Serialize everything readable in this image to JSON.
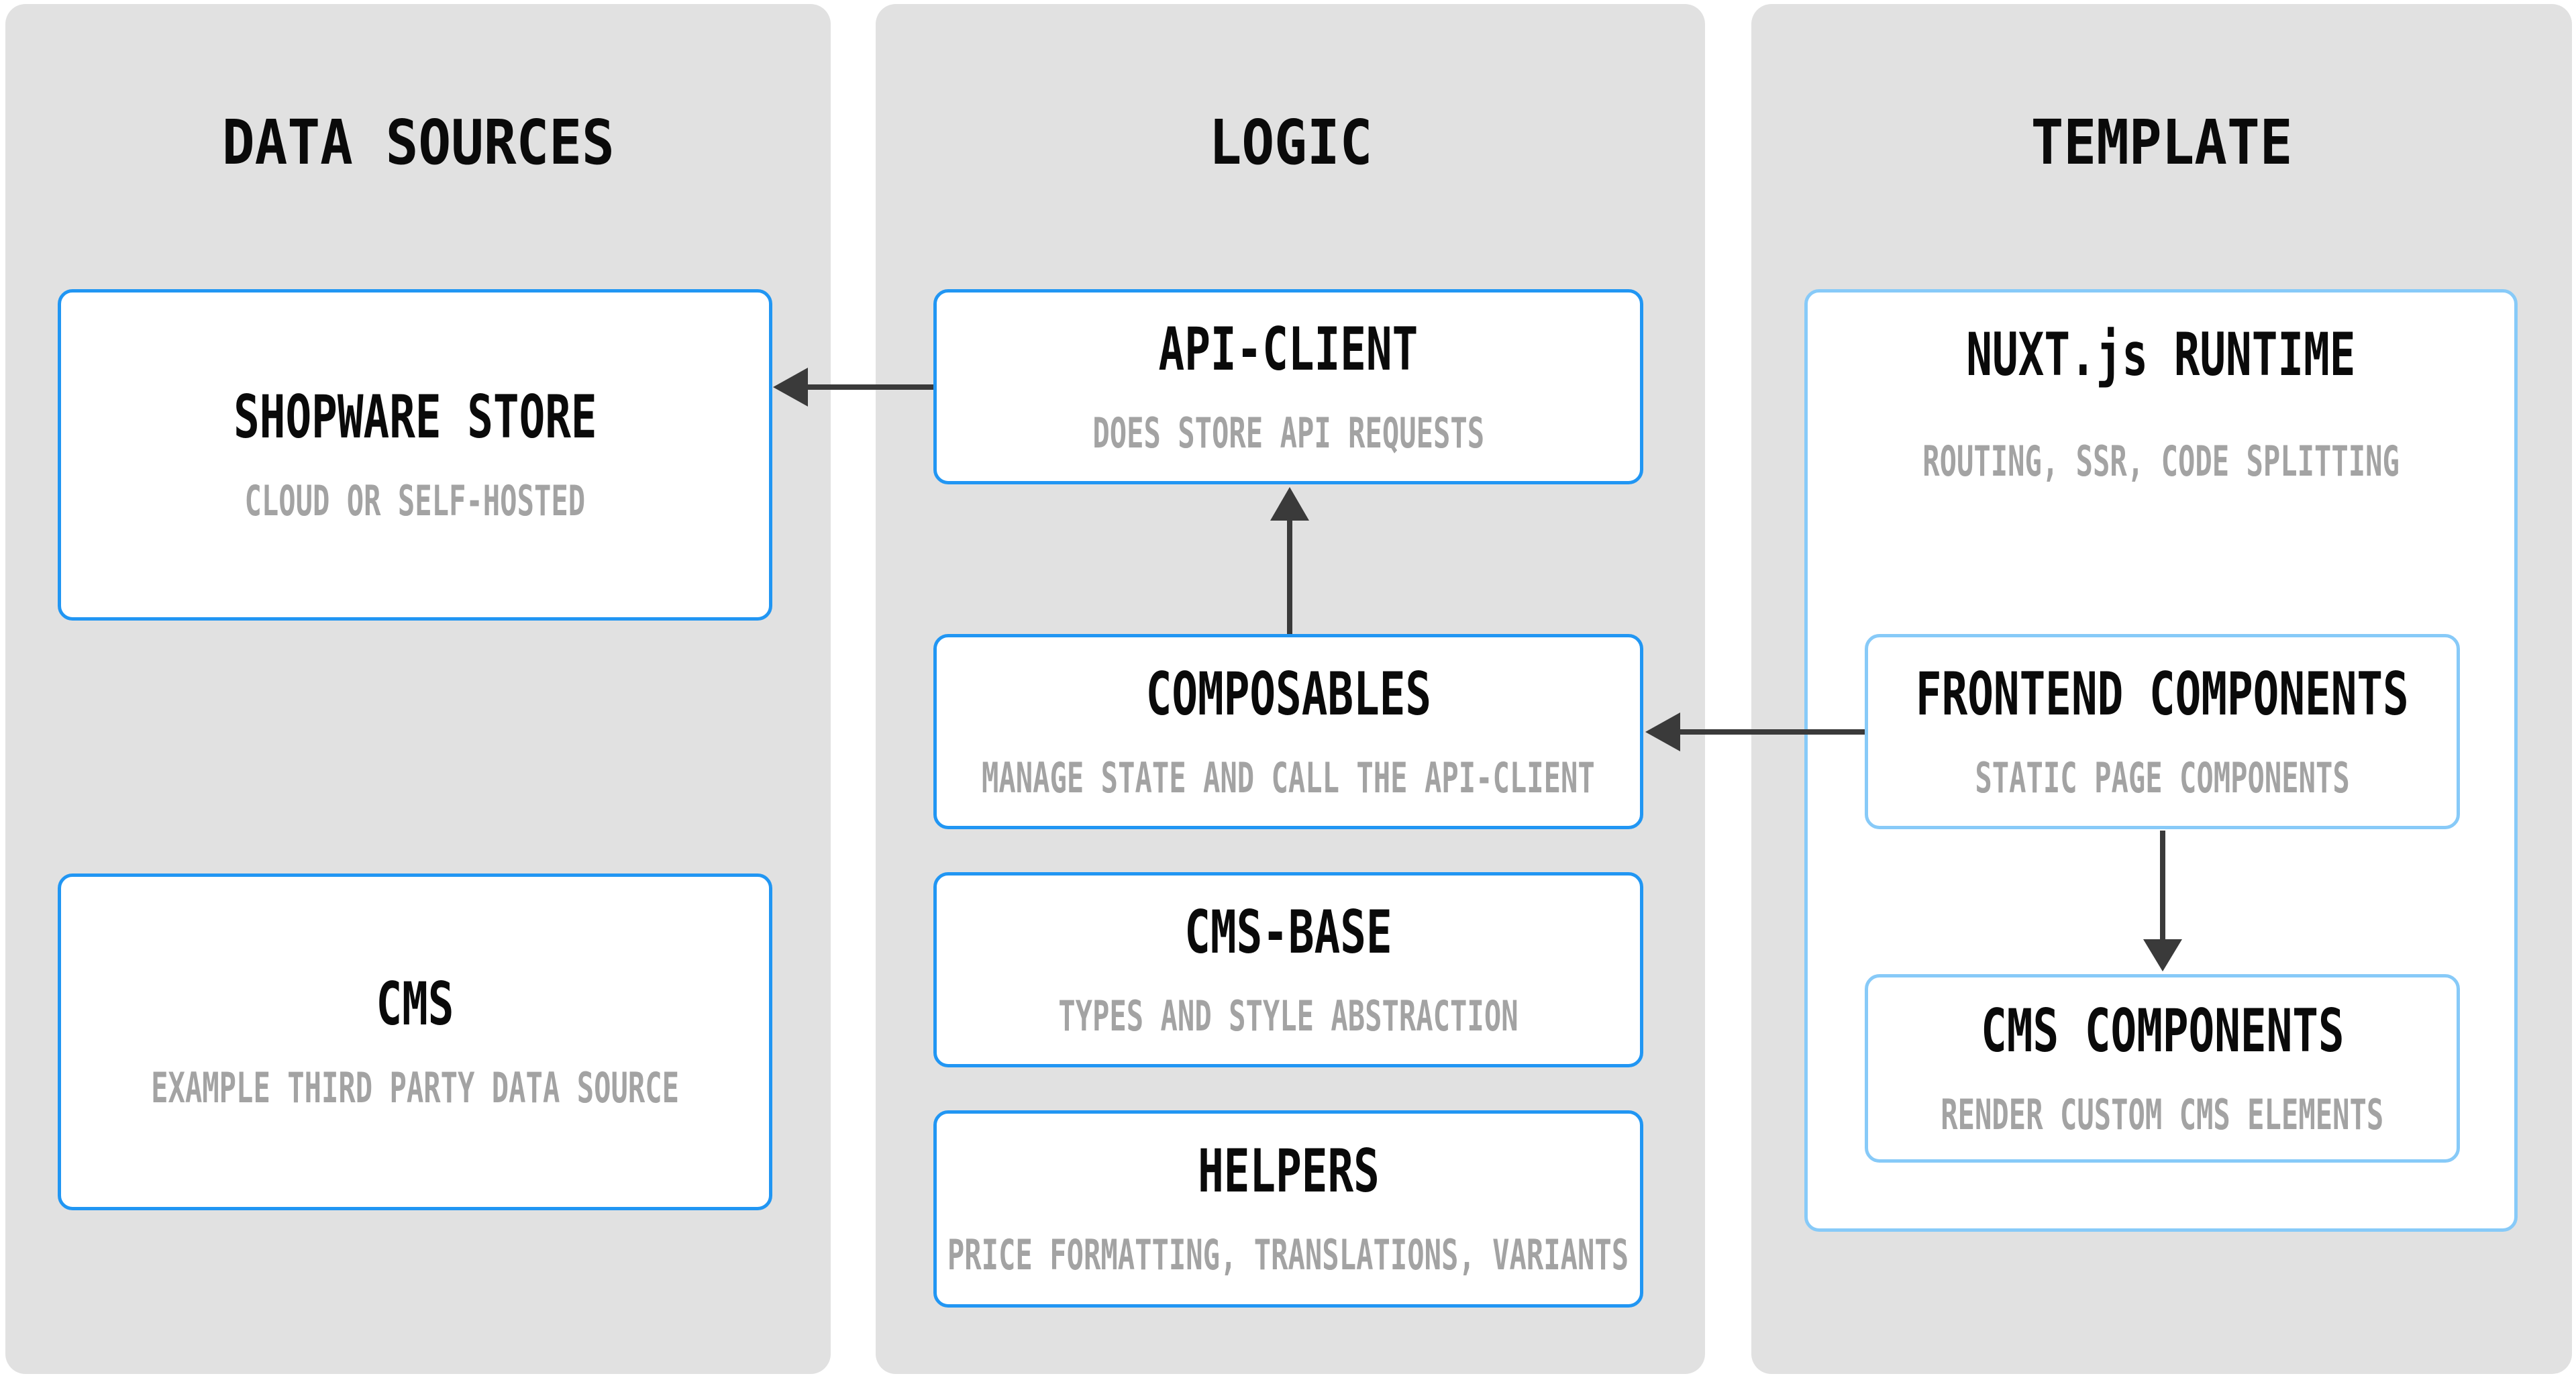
{
  "diagram": {
    "columns": [
      {
        "title": "DATA SOURCES",
        "boxes": [
          {
            "title": "SHOPWARE STORE",
            "subtitle": "CLOUD OR SELF-HOSTED"
          },
          {
            "title": "CMS",
            "subtitle": "EXAMPLE THIRD PARTY DATA SOURCE"
          }
        ]
      },
      {
        "title": "LOGIC",
        "boxes": [
          {
            "title": "API-CLIENT",
            "subtitle": "DOES STORE API REQUESTS"
          },
          {
            "title": "COMPOSABLES",
            "subtitle": "MANAGE STATE AND CALL THE API-CLIENT"
          },
          {
            "title": "CMS-BASE",
            "subtitle": "TYPES AND STYLE ABSTRACTION"
          },
          {
            "title": "HELPERS",
            "subtitle": "PRICE FORMATTING, TRANSLATIONS, VARIANTS"
          }
        ]
      },
      {
        "title": "TEMPLATE",
        "boxes": [
          {
            "title": "NUXT.js RUNTIME",
            "subtitle": "ROUTING, SSR, CODE SPLITTING"
          },
          {
            "title": "FRONTEND COMPONENTS",
            "subtitle": "STATIC PAGE COMPONENTS"
          },
          {
            "title": "CMS COMPONENTS",
            "subtitle": "RENDER CUSTOM CMS ELEMENTS"
          }
        ]
      }
    ],
    "arrows": [
      {
        "from": "API-CLIENT",
        "to": "SHOPWARE STORE",
        "direction": "left"
      },
      {
        "from": "COMPOSABLES",
        "to": "API-CLIENT",
        "direction": "up"
      },
      {
        "from": "FRONTEND COMPONENTS",
        "to": "COMPOSABLES",
        "direction": "left"
      },
      {
        "from": "FRONTEND COMPONENTS",
        "to": "CMS COMPONENTS",
        "direction": "down"
      }
    ],
    "colors": {
      "column_bg": "#e1e1e1",
      "primary_border": "#2196f3",
      "secondary_border": "#87caf8",
      "title": "#0a0a0a",
      "subtitle": "#a3a3a3",
      "arrow": "#3a3a3a"
    }
  }
}
